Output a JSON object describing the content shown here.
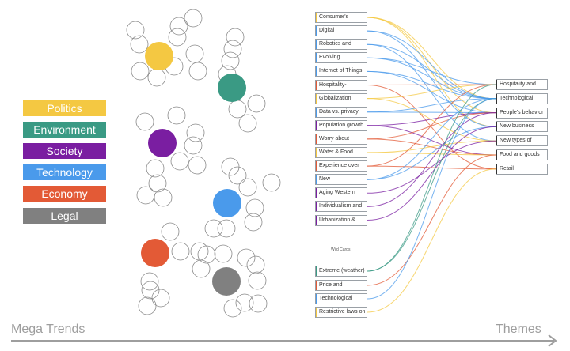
{
  "legend": [
    {
      "label": "Politics",
      "color": "#f4c842"
    },
    {
      "label": "Environment",
      "color": "#3a9a84"
    },
    {
      "label": "Society",
      "color": "#7a1ea1"
    },
    {
      "label": "Technology",
      "color": "#4a9aeb"
    },
    {
      "label": "Economy",
      "color": "#e35a36"
    },
    {
      "label": "Legal",
      "color": "#808080"
    }
  ],
  "trends": [
    {
      "label": "Consumer's",
      "color": "#f4c842"
    },
    {
      "label": "Digital",
      "color": "#4a9aeb"
    },
    {
      "label": "Robotics and",
      "color": "#4a9aeb"
    },
    {
      "label": "Evolving",
      "color": "#4a9aeb"
    },
    {
      "label": "Internet of Things",
      "color": "#4a9aeb"
    },
    {
      "label": "Hospitality-",
      "color": "#e35a36"
    },
    {
      "label": "Globalization",
      "color": "#f4c842"
    },
    {
      "label": "Data vs. privacy",
      "color": "#4a9aeb"
    },
    {
      "label": "Population growth",
      "color": "#7a1ea1"
    },
    {
      "label": "Worry about",
      "color": "#e35a36"
    },
    {
      "label": "Water & Food",
      "color": "#f4c842"
    },
    {
      "label": "Experience over",
      "color": "#e35a36"
    },
    {
      "label": "New",
      "color": "#4a9aeb"
    },
    {
      "label": "Aging Western",
      "color": "#7a1ea1"
    },
    {
      "label": "Individualism and",
      "color": "#7a1ea1"
    },
    {
      "label": "Urbanization &",
      "color": "#7a1ea1"
    }
  ],
  "wild_cards_label": "Wild Cards",
  "wild_cards": [
    {
      "label": "Extreme (weather)",
      "color": "#3a9a84"
    },
    {
      "label": "Price and",
      "color": "#e35a36"
    },
    {
      "label": "Technological",
      "color": "#4a9aeb"
    },
    {
      "label": "Restrictive laws on",
      "color": "#f4c842"
    }
  ],
  "themes": [
    {
      "label": "Hospitality and"
    },
    {
      "label": "Technological"
    },
    {
      "label": "People's behavior"
    },
    {
      "label": "New business"
    },
    {
      "label": "New types of"
    },
    {
      "label": "Food and goods"
    },
    {
      "label": "Retail"
    }
  ],
  "links": [
    [
      0,
      1
    ],
    [
      0,
      2
    ],
    [
      0,
      3
    ],
    [
      1,
      1
    ],
    [
      1,
      3
    ],
    [
      2,
      1
    ],
    [
      2,
      4
    ],
    [
      3,
      0
    ],
    [
      3,
      1
    ],
    [
      4,
      1
    ],
    [
      4,
      2
    ],
    [
      5,
      0
    ],
    [
      5,
      6
    ],
    [
      6,
      0
    ],
    [
      6,
      4
    ],
    [
      7,
      1
    ],
    [
      7,
      2
    ],
    [
      8,
      5
    ],
    [
      8,
      2
    ],
    [
      9,
      2
    ],
    [
      9,
      5
    ],
    [
      10,
      5
    ],
    [
      10,
      4
    ],
    [
      11,
      6
    ],
    [
      11,
      0
    ],
    [
      12,
      1
    ],
    [
      12,
      3
    ],
    [
      13,
      4
    ],
    [
      14,
      2
    ],
    [
      15,
      3
    ],
    [
      16,
      1
    ],
    [
      16,
      0
    ],
    [
      17,
      5
    ],
    [
      18,
      1
    ],
    [
      19,
      6
    ]
  ],
  "clusters": [
    {
      "category": "Politics",
      "color": "#f4c842",
      "circles": 10
    },
    {
      "category": "Environment",
      "color": "#3a9a84",
      "circles": 7
    },
    {
      "category": "Society",
      "color": "#7a1ea1",
      "circles": 11
    },
    {
      "category": "Technology",
      "color": "#4a9aeb",
      "circles": 9
    },
    {
      "category": "Economy",
      "color": "#e35a36",
      "circles": 8
    },
    {
      "category": "Legal",
      "color": "#808080",
      "circles": 8
    }
  ],
  "axis": {
    "left_label": "Mega Trends",
    "right_label": "Themes",
    "color": "#9e9e9e"
  }
}
